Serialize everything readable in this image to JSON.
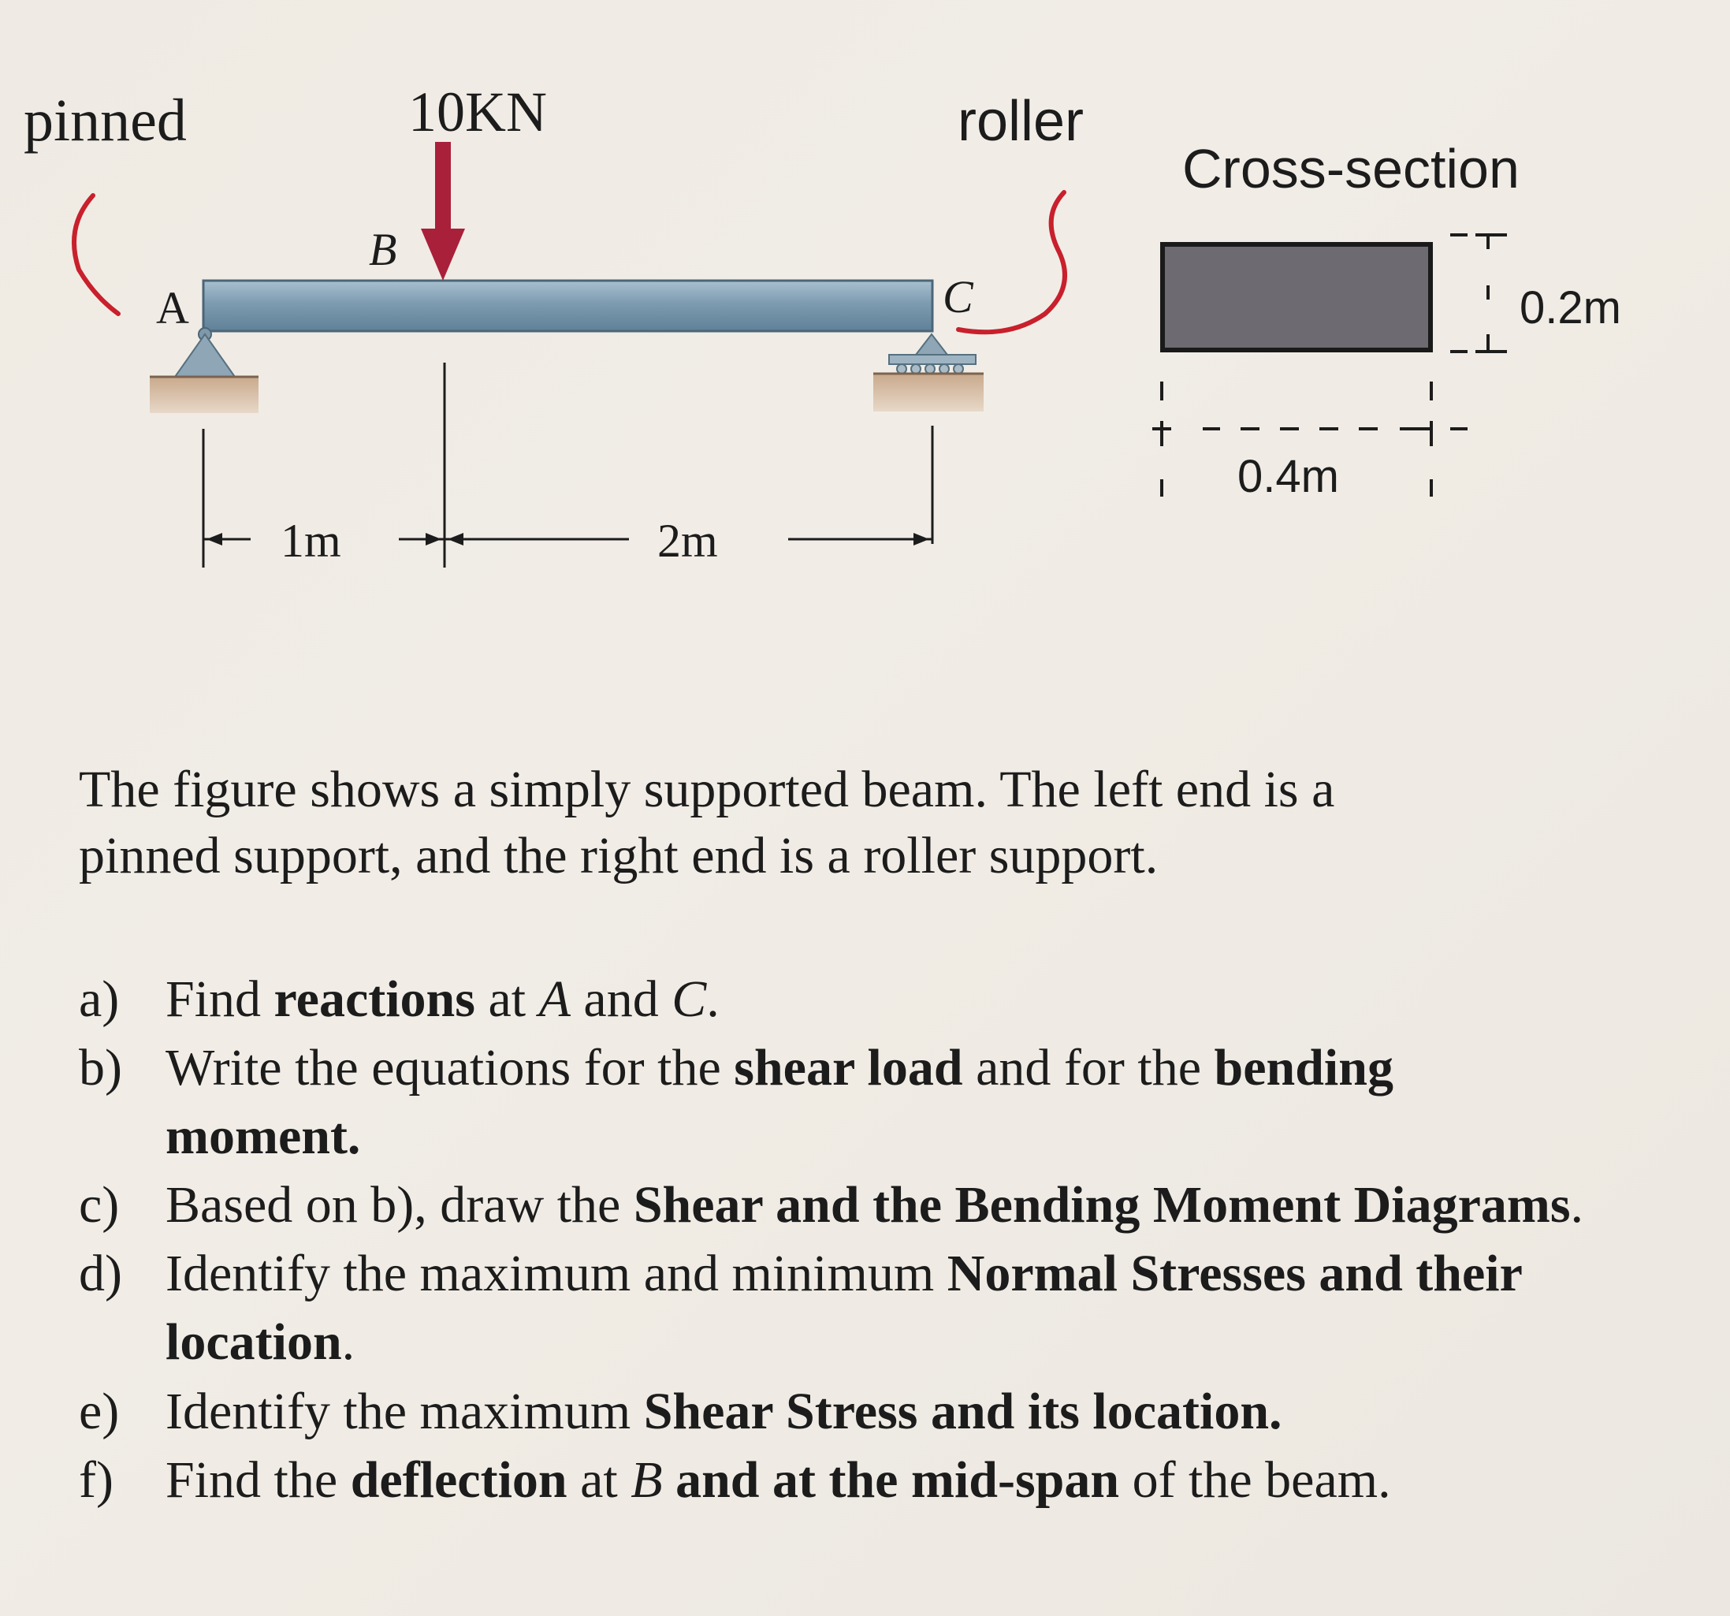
{
  "figure": {
    "labels": {
      "pinned": "pinned",
      "roller": "roller",
      "load": "10KN",
      "point_a": "A",
      "point_b": "B",
      "point_c": "C",
      "dim_ab": "1m",
      "dim_bc": "2m",
      "cross_section_title": "Cross-section",
      "height": "0.2m",
      "width": "0.4m"
    },
    "colors": {
      "beam": "#6f90a8",
      "section": "#6e6a72",
      "load_arrow": "#a9203a",
      "annotation": "#c8202c",
      "support": "#8ea6b6",
      "ground": "#c4a486"
    }
  },
  "problem": {
    "intro_1": "The figure shows a simply supported beam. The left end is a",
    "intro_2": "pinned support, and the right end is a roller support.",
    "questions": [
      {
        "marker": "a)",
        "parts": [
          {
            "text": "Find ",
            "style": "normal"
          },
          {
            "text": "reactions",
            "style": "bold"
          },
          {
            "text": " at ",
            "style": "normal"
          },
          {
            "text": "A",
            "style": "italic"
          },
          {
            "text": " and ",
            "style": "normal"
          },
          {
            "text": "C",
            "style": "italic"
          },
          {
            "text": ".",
            "style": "normal"
          }
        ]
      },
      {
        "marker": "b)",
        "parts": [
          {
            "text": "Write the equations for the ",
            "style": "normal"
          },
          {
            "text": "shear load",
            "style": "bold"
          },
          {
            "text": " and for the ",
            "style": "normal"
          },
          {
            "text": "bending moment.",
            "style": "bold"
          }
        ]
      },
      {
        "marker": "c)",
        "parts": [
          {
            "text": "Based on b), draw the ",
            "style": "normal"
          },
          {
            "text": "Shear and the Bending Moment Diagrams",
            "style": "bold"
          },
          {
            "text": ".",
            "style": "normal"
          }
        ]
      },
      {
        "marker": "d)",
        "parts": [
          {
            "text": "Identify the maximum and minimum ",
            "style": "normal"
          },
          {
            "text": "Normal Stresses and their location",
            "style": "bold"
          },
          {
            "text": ".",
            "style": "normal"
          }
        ]
      },
      {
        "marker": "e)",
        "parts": [
          {
            "text": "Identify the maximum ",
            "style": "normal"
          },
          {
            "text": "Shear Stress and its location.",
            "style": "bold"
          }
        ]
      },
      {
        "marker": "f)",
        "parts": [
          {
            "text": "Find the ",
            "style": "normal"
          },
          {
            "text": "deflection",
            "style": "bold"
          },
          {
            "text": " at ",
            "style": "normal"
          },
          {
            "text": "B",
            "style": "italic"
          },
          {
            "text": " and at the mid-span",
            "style": "bold"
          },
          {
            "text": " of the beam.",
            "style": "normal"
          }
        ]
      }
    ]
  }
}
